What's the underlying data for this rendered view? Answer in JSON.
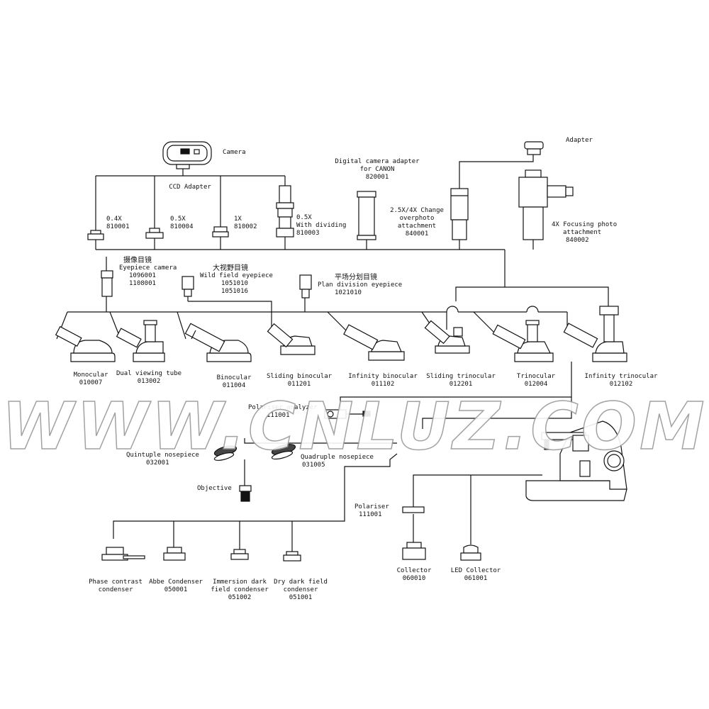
{
  "camera": {
    "name": "Camera"
  },
  "ccd": {
    "name": "CCD Adapter"
  },
  "adapters": [
    {
      "mag": "0.4X",
      "code": "810001"
    },
    {
      "mag": "0.5X",
      "code": "810004"
    },
    {
      "mag": "1X",
      "code": "810002"
    },
    {
      "mag": "0.5X",
      "extra": "With dividing",
      "code": "810003"
    }
  ],
  "canon": {
    "line1": "Digital camera adapter",
    "line2": "for CANON",
    "code": "820001"
  },
  "overphoto": {
    "line1": "2.5X/4X Change",
    "line2": "overphoto",
    "line3": "attachment",
    "code": "840001"
  },
  "top_adapter": {
    "name": "Adapter"
  },
  "focusing": {
    "line1": "4X Focusing photo",
    "line2": "attachment",
    "code": "840002"
  },
  "eyepieces": [
    {
      "cn": "摄像目镜",
      "name": "Eyepiece camera",
      "code1": "1096001",
      "code2": "1108001"
    },
    {
      "cn": "大视野目镜",
      "name": "Wild field eyepiece",
      "code1": "1051010",
      "code2": "1051016"
    },
    {
      "cn": "平场分划目镜",
      "name": "Plan division eyepiece",
      "code1": "1021010",
      "code2": ""
    }
  ],
  "heads": [
    {
      "name": "Monocular",
      "code": "010007"
    },
    {
      "name": "Dual viewing tube",
      "code": "013002"
    },
    {
      "name": "Binocular",
      "code": "011004"
    },
    {
      "name": "Sliding binocular",
      "code": "011201"
    },
    {
      "name": "Infinity binocular",
      "code": "011102"
    },
    {
      "name": "Sliding trinocular",
      "code": "012201"
    },
    {
      "name": "Trinocular",
      "code": "012004"
    },
    {
      "name": "Infinity trinocular",
      "code": "012102"
    }
  ],
  "polariser_analyzer": {
    "name": "Polariser analyzer",
    "code": "111001"
  },
  "quintuple": {
    "name": "Quintuple nosepiece",
    "code": "032001"
  },
  "quadruple": {
    "name": "Quadruple nosepiece",
    "code": "031005"
  },
  "objective": {
    "name": "Objective"
  },
  "polariser": {
    "name": "Polariser",
    "code": "111001"
  },
  "condensers": [
    {
      "line1": "Phase contrast",
      "line2": "condenser",
      "code": ""
    },
    {
      "line1": "Abbe Condenser",
      "line2": "",
      "code": "050001"
    },
    {
      "line1": "Immersion dark",
      "line2": "field condenser",
      "code": "051002"
    },
    {
      "line1": "Dry dark field",
      "line2": "condenser",
      "code": "051001"
    }
  ],
  "collectors": [
    {
      "name": "Collector",
      "code": "060010"
    },
    {
      "name": "LED Collector",
      "code": "061001"
    }
  ],
  "watermark": "WWW.CNLUZ.COM"
}
